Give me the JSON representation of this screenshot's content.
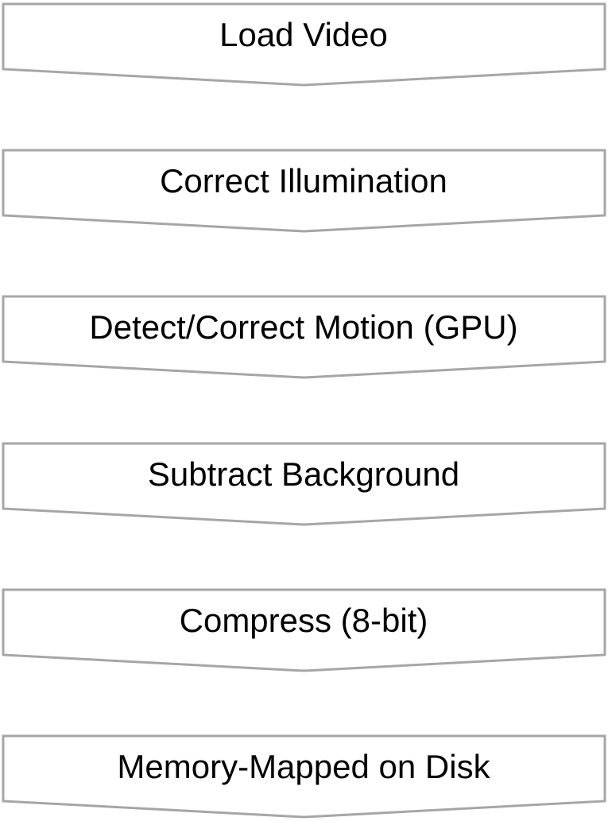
{
  "steps": [
    {
      "label": "Load Video"
    },
    {
      "label": "Correct Illumination"
    },
    {
      "label": "Detect/Correct Motion (GPU)"
    },
    {
      "label": "Subtract Background"
    },
    {
      "label": "Compress (8-bit)"
    },
    {
      "label": "Memory-Mapped on Disk"
    }
  ],
  "colors": {
    "outline": "#a6a6a6",
    "fill": "#ffffff",
    "text": "#000000"
  }
}
